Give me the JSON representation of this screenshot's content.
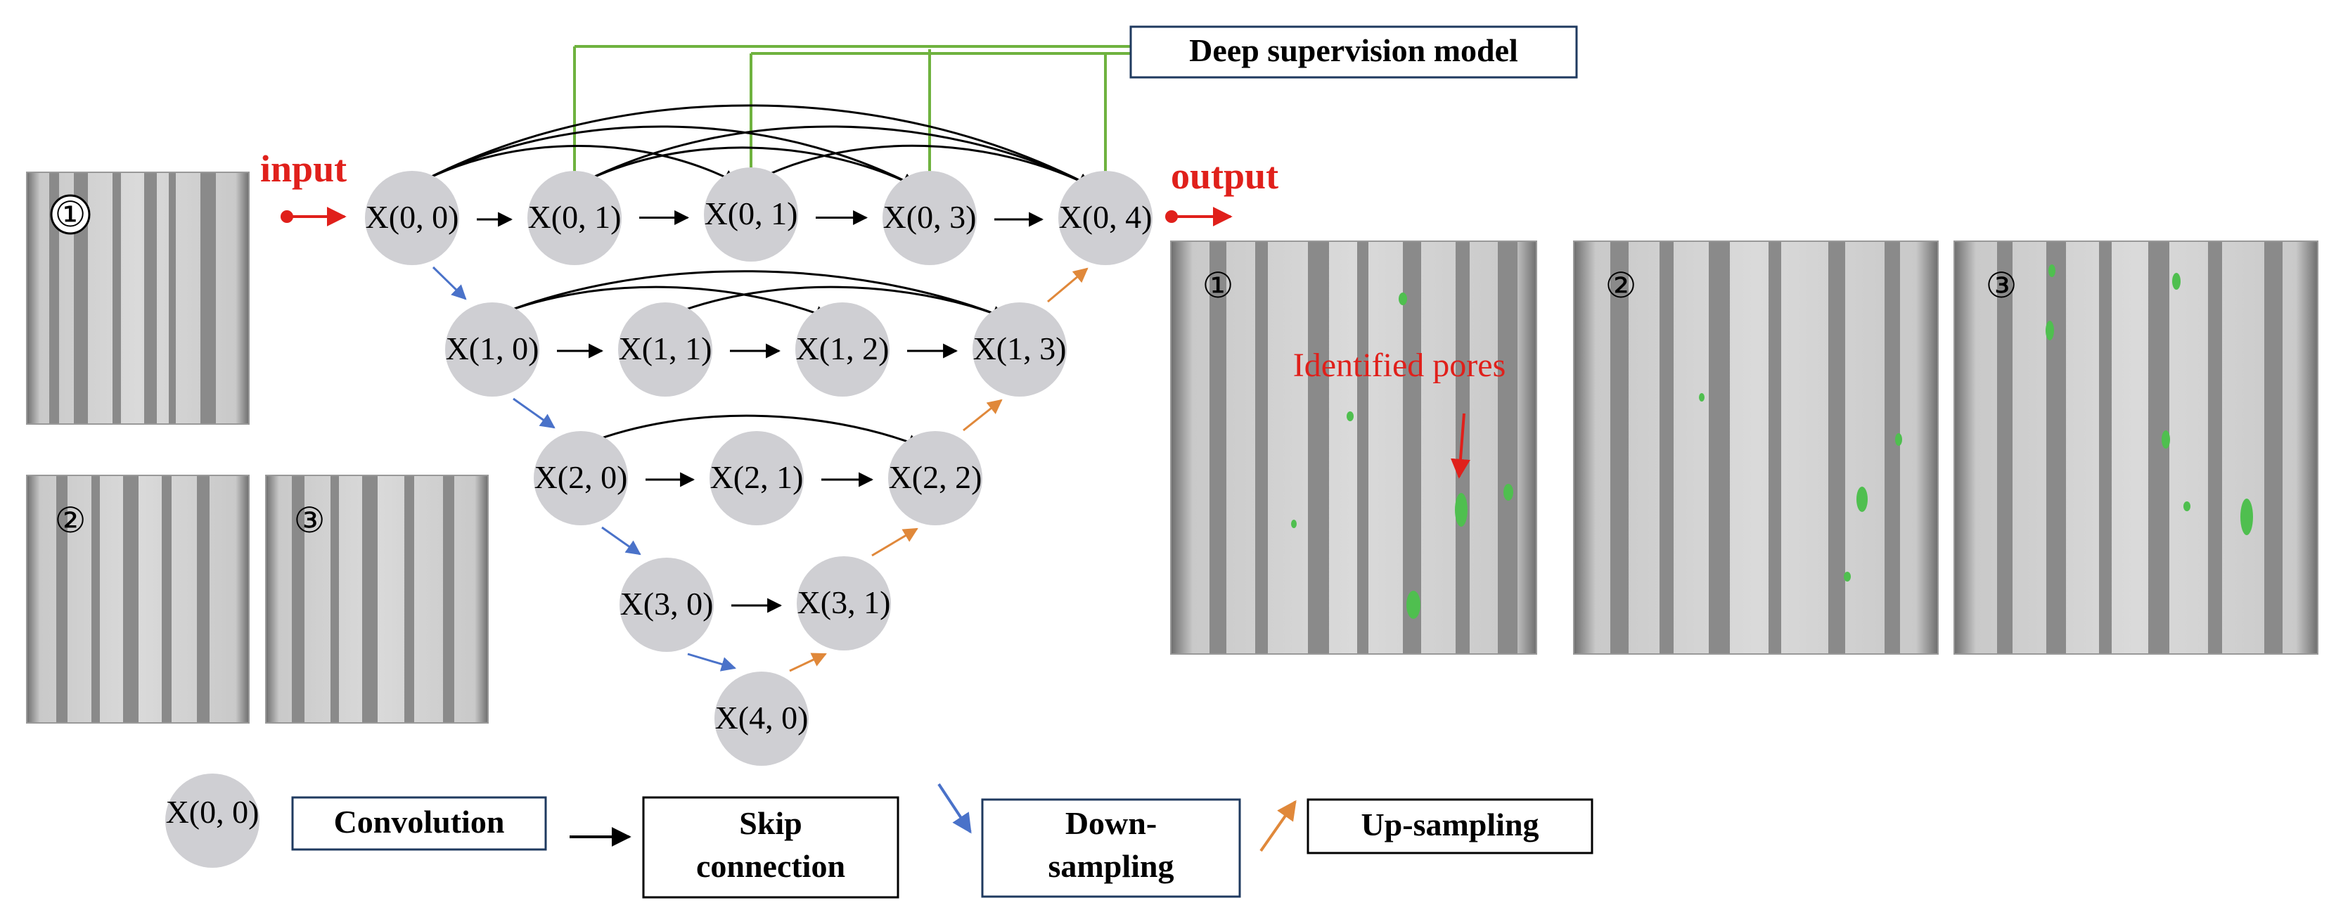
{
  "labels": {
    "input": "input",
    "output": "output",
    "deep_supervision": "Deep supervision model",
    "identified_pores": "Identified pores"
  },
  "colors": {
    "node_fill": "#cfcfd3",
    "skip_arrow": "#000000",
    "down_arrow": "#4a72c9",
    "up_arrow": "#e0883a",
    "supervision": "#6fb23f",
    "io_red": "#e0201b",
    "pore_green": "#4fbf4f",
    "box_border": "#1f3a5f"
  },
  "nodes": [
    {
      "id": "n00",
      "label": "X(0, 0)"
    },
    {
      "id": "n01",
      "label": "X(0, 1)"
    },
    {
      "id": "n02",
      "label": "X(0, 1)"
    },
    {
      "id": "n03",
      "label": "X(0, 3)"
    },
    {
      "id": "n04",
      "label": "X(0, 4)"
    },
    {
      "id": "n10",
      "label": "X(1, 0)"
    },
    {
      "id": "n11",
      "label": "X(1, 1)"
    },
    {
      "id": "n12",
      "label": "X(1, 2)"
    },
    {
      "id": "n13",
      "label": "X(1, 3)"
    },
    {
      "id": "n20",
      "label": "X(2, 0)"
    },
    {
      "id": "n21",
      "label": "X(2, 1)"
    },
    {
      "id": "n22",
      "label": "X(2, 2)"
    },
    {
      "id": "n30",
      "label": "X(3, 0)"
    },
    {
      "id": "n31",
      "label": "X(3, 1)"
    },
    {
      "id": "n40",
      "label": "X(4, 0)"
    }
  ],
  "input_images": [
    {
      "badge": "①"
    },
    {
      "badge": "②"
    },
    {
      "badge": "③"
    }
  ],
  "output_images": [
    {
      "badge": "①"
    },
    {
      "badge": "②"
    },
    {
      "badge": "③"
    }
  ],
  "legend": {
    "node_label": "X(0, 0)",
    "convolution": "Convolution",
    "skip_line1": "Skip",
    "skip_line2": "connection",
    "down_line1": "Down-",
    "down_line2": "sampling",
    "up": "Up-sampling"
  }
}
